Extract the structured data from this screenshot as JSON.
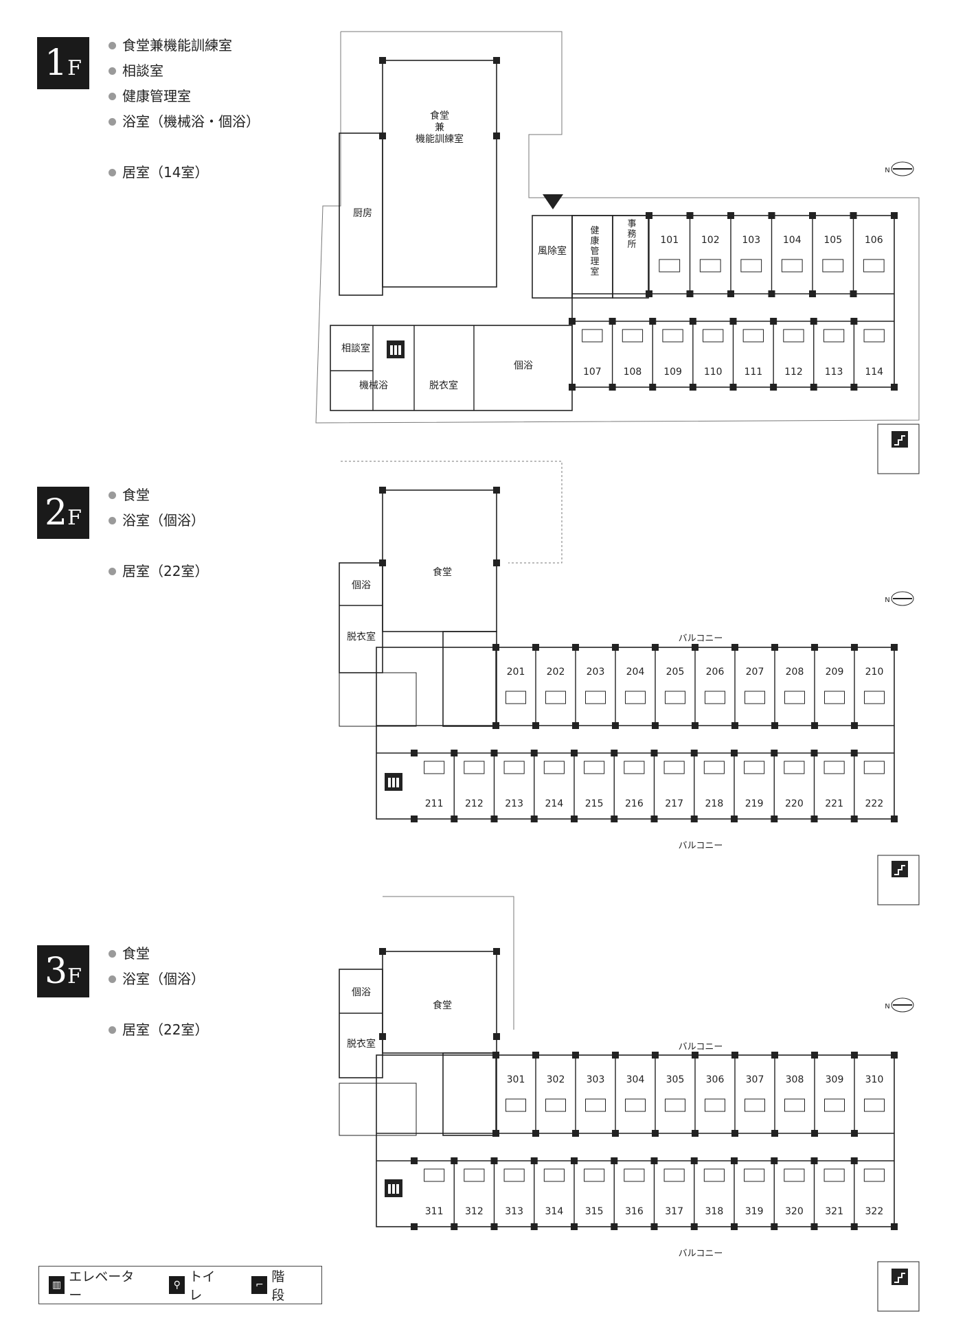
{
  "floors": [
    {
      "number": "1",
      "suffix": "F",
      "items": [
        "食堂兼機能訓練室",
        "相談室",
        "健康管理室",
        "浴室（機械浴・個浴）"
      ],
      "rooms_item": "居室（14室）",
      "labels": {
        "dining": "食堂\n兼\n機能訓練室",
        "kitchen": "厨房",
        "windbreak": "風除室",
        "health": "健康管理室",
        "office": "事務所",
        "consult": "相談室",
        "machine_bath": "機械浴",
        "dressing": "脱衣室",
        "private_bath": "個浴"
      },
      "rooms_top": [
        "101",
        "102",
        "103",
        "104",
        "105",
        "106"
      ],
      "rooms_bottom": [
        "107",
        "108",
        "109",
        "110",
        "111",
        "112",
        "113",
        "114"
      ]
    },
    {
      "number": "2",
      "suffix": "F",
      "items": [
        "食堂",
        "浴室（個浴）"
      ],
      "rooms_item": "居室（22室）",
      "labels": {
        "dining": "食堂",
        "private_bath": "個浴",
        "dressing": "脱衣室",
        "balcony": "バルコニー"
      },
      "rooms_top": [
        "201",
        "202",
        "203",
        "204",
        "205",
        "206",
        "207",
        "208",
        "209",
        "210"
      ],
      "rooms_bottom": [
        "211",
        "212",
        "213",
        "214",
        "215",
        "216",
        "217",
        "218",
        "219",
        "220",
        "221",
        "222"
      ]
    },
    {
      "number": "3",
      "suffix": "F",
      "items": [
        "食堂",
        "浴室（個浴）"
      ],
      "rooms_item": "居室（22室）",
      "labels": {
        "dining": "食堂",
        "private_bath": "個浴",
        "dressing": "脱衣室",
        "balcony": "バルコニー"
      },
      "rooms_top": [
        "301",
        "302",
        "303",
        "304",
        "305",
        "306",
        "307",
        "308",
        "309",
        "310"
      ],
      "rooms_bottom": [
        "311",
        "312",
        "313",
        "314",
        "315",
        "316",
        "317",
        "318",
        "319",
        "320",
        "321",
        "322"
      ]
    }
  ],
  "legend": {
    "elevator": "エレベーター",
    "toilet": "トイレ",
    "stairs": "階段"
  },
  "north_label": "N",
  "icons": {
    "elevator": "elevator-icon",
    "toilet": "toilet-icon",
    "stairs": "stairs-icon"
  }
}
